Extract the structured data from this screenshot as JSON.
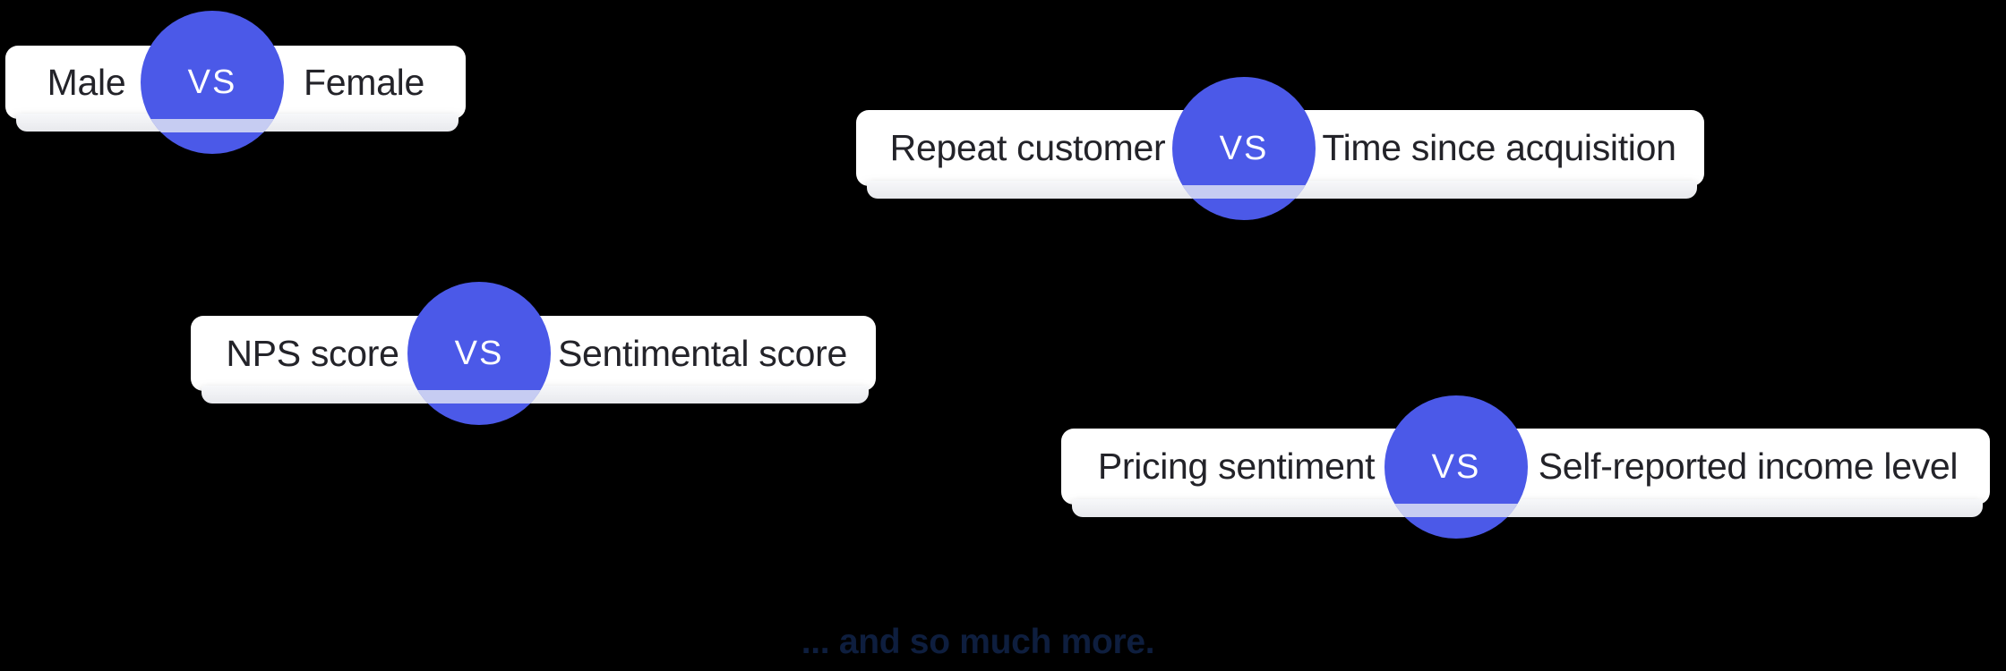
{
  "colors": {
    "background": "#000000",
    "accent_blue": "#4b59e8",
    "badge_text": "#ffffff",
    "card_bg": "#ffffff",
    "card_text": "#232329",
    "stack_tint": "#c6ccf2",
    "footer_text": "#0e1e3e"
  },
  "pills": [
    {
      "left_label": "Male",
      "vs_label": "VS",
      "right_label": "Female"
    },
    {
      "left_label": "Repeat customer",
      "vs_label": "VS",
      "right_label": "Time since acquisition"
    },
    {
      "left_label": "NPS score",
      "vs_label": "VS",
      "right_label": "Sentimental score"
    },
    {
      "left_label": "Pricing sentiment",
      "vs_label": "VS",
      "right_label": "Self-reported income level"
    }
  ],
  "footer": {
    "text": "... and so much more."
  }
}
